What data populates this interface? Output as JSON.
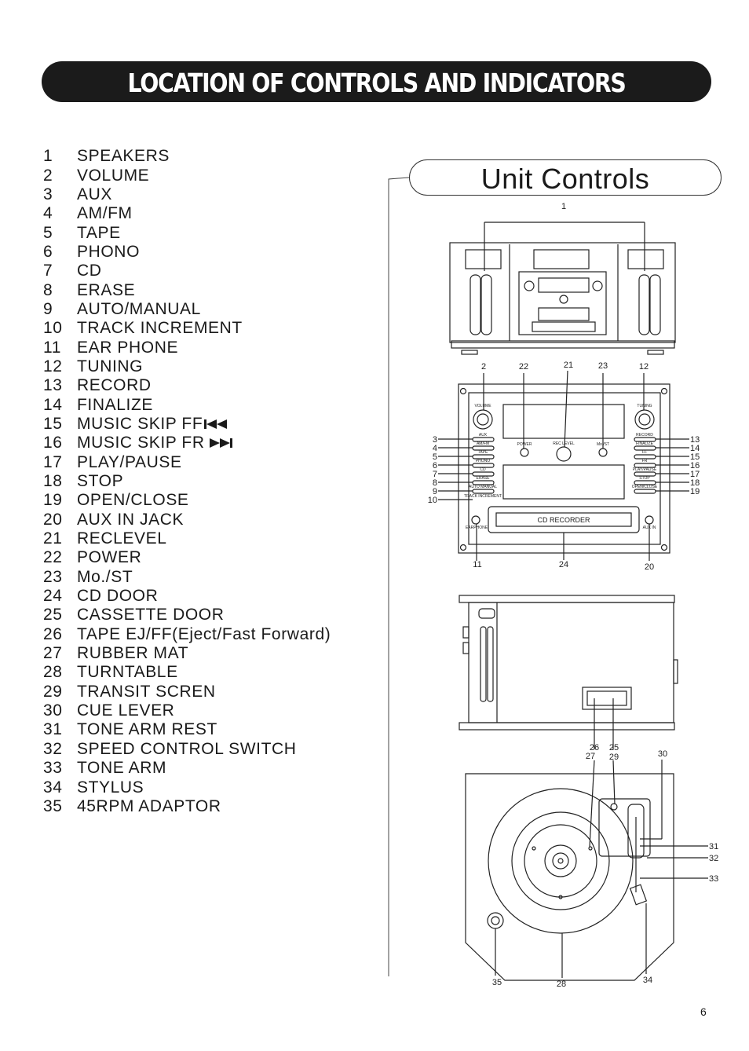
{
  "header": {
    "title": "LOCATION OF CONTROLS AND INDICATORS"
  },
  "controls": [
    {
      "num": "1",
      "label": "SPEAKERS"
    },
    {
      "num": "2",
      "label": "VOLUME"
    },
    {
      "num": "3",
      "label": "AUX"
    },
    {
      "num": "4",
      "label": "AM/FM"
    },
    {
      "num": "5",
      "label": "TAPE"
    },
    {
      "num": "6",
      "label": "PHONO"
    },
    {
      "num": "7",
      "label": "CD"
    },
    {
      "num": "8",
      "label": "ERASE"
    },
    {
      "num": "9",
      "label": "AUTO/MANUAL"
    },
    {
      "num": "10",
      "label": "TRACK INCREMENT"
    },
    {
      "num": "11",
      "label": "EAR PHONE"
    },
    {
      "num": "12",
      "label": "TUNING"
    },
    {
      "num": "13",
      "label": "RECORD"
    },
    {
      "num": "14",
      "label": "FINALIZE"
    },
    {
      "num": "15",
      "label": "MUSIC SKIP FF"
    },
    {
      "num": "16",
      "label": "MUSIC SKIP FR"
    },
    {
      "num": "17",
      "label": "PLAY/PAUSE"
    },
    {
      "num": "18",
      "label": "STOP"
    },
    {
      "num": "19",
      "label": "OPEN/CLOSE"
    },
    {
      "num": "20",
      "label": "AUX IN JACK"
    },
    {
      "num": "21",
      "label": "RECLEVEL"
    },
    {
      "num": "22",
      "label": "POWER"
    },
    {
      "num": "23",
      "label": "Mo./ST"
    },
    {
      "num": "24",
      "label": "CD DOOR"
    },
    {
      "num": "25",
      "label": "CASSETTE DOOR"
    },
    {
      "num": "26",
      "label": "TAPE EJ/FF(Eject/Fast Forward)"
    },
    {
      "num": "27",
      "label": "RUBBER MAT"
    },
    {
      "num": "28",
      "label": "TURNTABLE"
    },
    {
      "num": "29",
      "label": "TRANSIT SCREN"
    },
    {
      "num": "30",
      "label": "CUE LEVER"
    },
    {
      "num": "31",
      "label": "TONE ARM REST"
    },
    {
      "num": "32",
      "label": "SPEED CONTROL SWITCH"
    },
    {
      "num": "33",
      "label": "TONE ARM"
    },
    {
      "num": "34",
      "label": "STYLUS"
    },
    {
      "num": "35",
      "label": "45RPM ADAPTOR"
    }
  ],
  "panel": {
    "title": "Unit Controls"
  },
  "diagram": {
    "front_callouts": {
      "speakers": "1",
      "top": [
        "2",
        "22",
        "21",
        "23",
        "12"
      ],
      "left": [
        "3",
        "4",
        "5",
        "6",
        "7",
        "8",
        "9",
        "10"
      ],
      "right": [
        "13",
        "14",
        "15",
        "16",
        "17",
        "18",
        "19"
      ],
      "bottom": [
        "11",
        "24",
        "20"
      ]
    },
    "side_callouts": [
      "26",
      "25",
      "27",
      "29"
    ],
    "turntable_callouts": [
      "30",
      "31",
      "32",
      "33",
      "35",
      "28",
      "34"
    ],
    "panel_labels": {
      "volume": "VOLUME",
      "tuning": "TUNING",
      "power": "POWER",
      "rec_level": "REC LEVEL",
      "mo_st": "Mo./ST",
      "record": "RECORD",
      "finalize": "FINALIZE",
      "ff": "FF",
      "fr": "FR",
      "play_pause": "PLAY/PAUSE",
      "stop": "STOP",
      "open_close": "OPEN/CLOSE",
      "aux": "AUX",
      "am_fm": "AM/FM",
      "tape": "TAPE",
      "phono": "PHONO",
      "cd": "CD",
      "erase": "ERASE",
      "auto_manual": "AUTO MANUAL",
      "track_increment": "TRACK INCREMENT",
      "earphone": "EARPHONE",
      "aux_in": "AUX IN",
      "cd_recorder": "CD RECORDER"
    }
  },
  "page_number": "6"
}
